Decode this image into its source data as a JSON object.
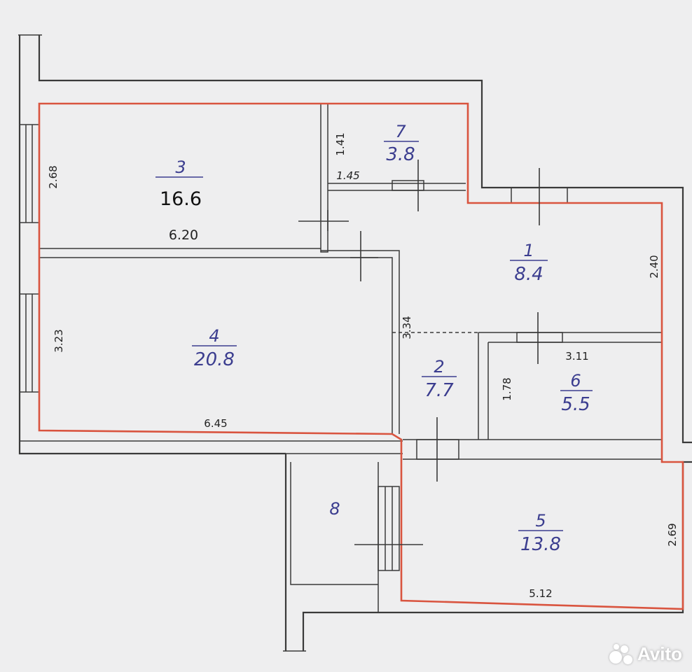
{
  "rooms": [
    {
      "number": "3",
      "area": "16.6"
    },
    {
      "number": "7",
      "area": "3.8"
    },
    {
      "number": "1",
      "area": "8.4"
    },
    {
      "number": "4",
      "area": "20.8"
    },
    {
      "number": "2",
      "area": "7.7"
    },
    {
      "number": "6",
      "area": "5.5"
    },
    {
      "number": "5",
      "area": "13.8"
    },
    {
      "number": "8"
    }
  ],
  "dimensions": {
    "room3_height": "2.68",
    "room3_width": "6.20",
    "room7_height": "1.41",
    "room7_width": "1.45",
    "room1_height": "2.40",
    "room2_height": "3.34",
    "room4_height": "3.23",
    "room4_width": "6.45",
    "room6_width": "3.11",
    "room6_height": "1.78",
    "room5_height": "2.69",
    "room5_width": "5.12"
  },
  "watermark": {
    "text": "Avito"
  },
  "colors": {
    "outline": "#d9543f",
    "label": "#3b3d8f"
  }
}
